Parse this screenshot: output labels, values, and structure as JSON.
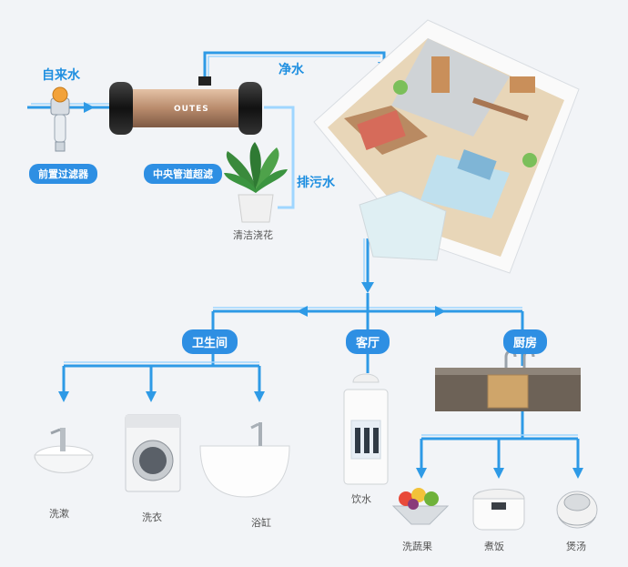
{
  "labels": {
    "tap_water": "自来水",
    "clean_water": "净水",
    "waste_water": "排污水",
    "pre_filter": "前置过滤器",
    "central_filter": "中央管道超滤",
    "water_flowers": "清洁浇花",
    "bathroom": "卫生间",
    "living_room": "客厅",
    "kitchen": "厨房",
    "washbasin": "洗漱",
    "laundry": "洗衣",
    "bathtub": "浴缸",
    "drinking": "饮水",
    "wash_vegetables": "洗蔬果",
    "cook_rice": "煮饭",
    "soup": "煲汤"
  },
  "brand": "OUTES",
  "colors": {
    "pipe": "#2e9ae6",
    "pipe_light": "#8fd0ff",
    "badge": "#2e8fe3",
    "label_blue": "#1f8fe0"
  }
}
